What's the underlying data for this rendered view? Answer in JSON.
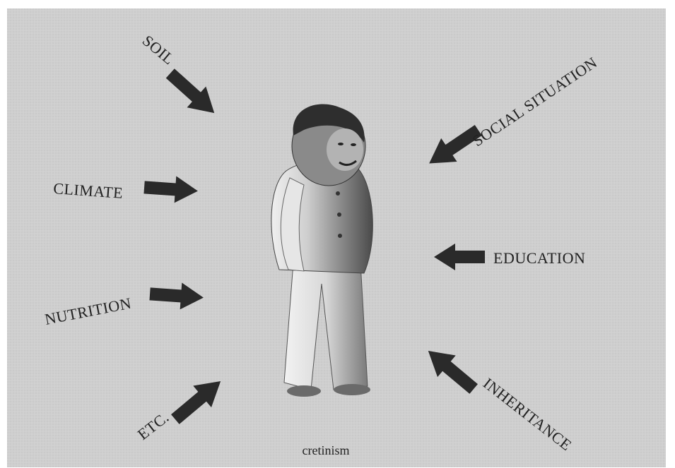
{
  "factors": {
    "soil": "SOIL",
    "climate": "CLIMATE",
    "nutrition": "NUTRITION",
    "etc": "ETC.",
    "social_situation": "SOCIAL SITUATION",
    "education": "EDUCATION",
    "inheritance": "INHERITANCE"
  },
  "caption": "cretinism",
  "colors": {
    "background": "#cfcfcf",
    "ink": "#222222",
    "arrow": "#2a2a2a"
  },
  "figure_subject": "standing-child-illustration"
}
